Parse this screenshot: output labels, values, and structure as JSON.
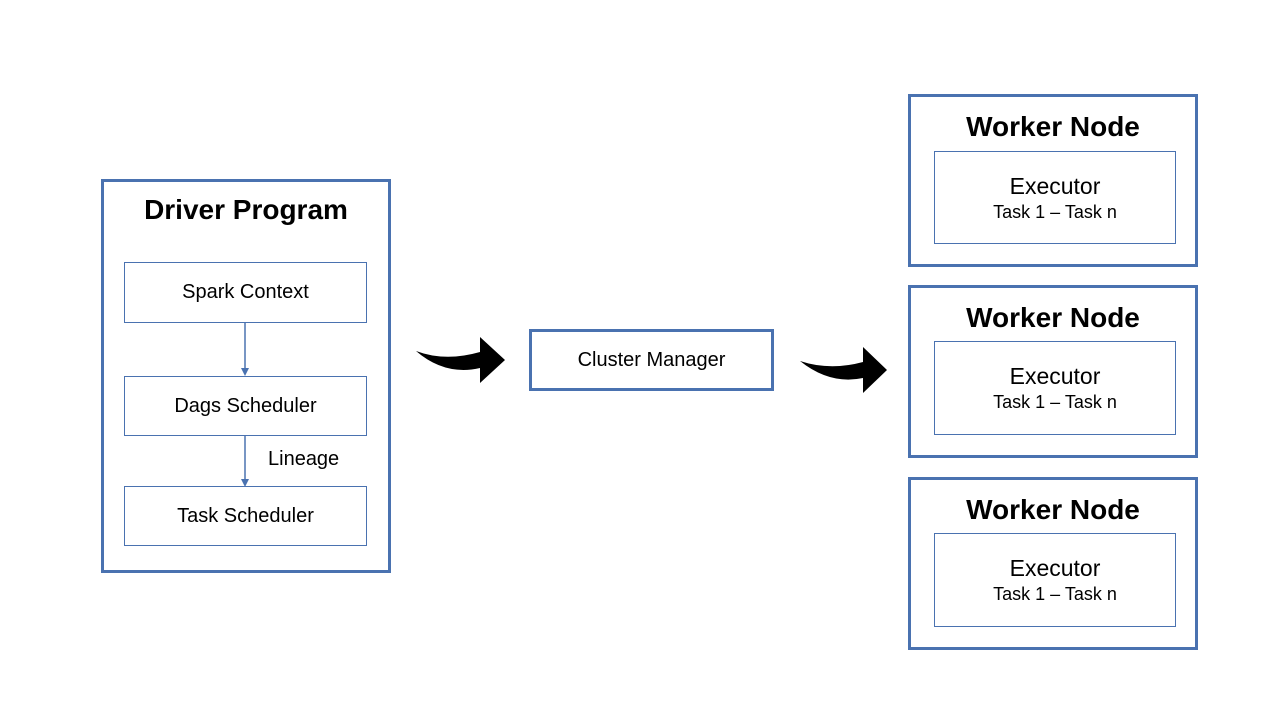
{
  "driver": {
    "title": "Driver Program",
    "spark_context": "Spark Context",
    "dags_scheduler": "Dags Scheduler",
    "lineage": "Lineage",
    "task_scheduler": "Task Scheduler"
  },
  "cluster_manager": {
    "label": "Cluster Manager"
  },
  "workers": [
    {
      "title": "Worker Node",
      "executor": "Executor",
      "tasks": "Task 1 – Task n"
    },
    {
      "title": "Worker Node",
      "executor": "Executor",
      "tasks": "Task 1 – Task n"
    },
    {
      "title": "Worker Node",
      "executor": "Executor",
      "tasks": "Task 1 – Task n"
    }
  ],
  "colors": {
    "border": "#4a72b0",
    "arrow": "#000000",
    "background": "#ffffff"
  }
}
